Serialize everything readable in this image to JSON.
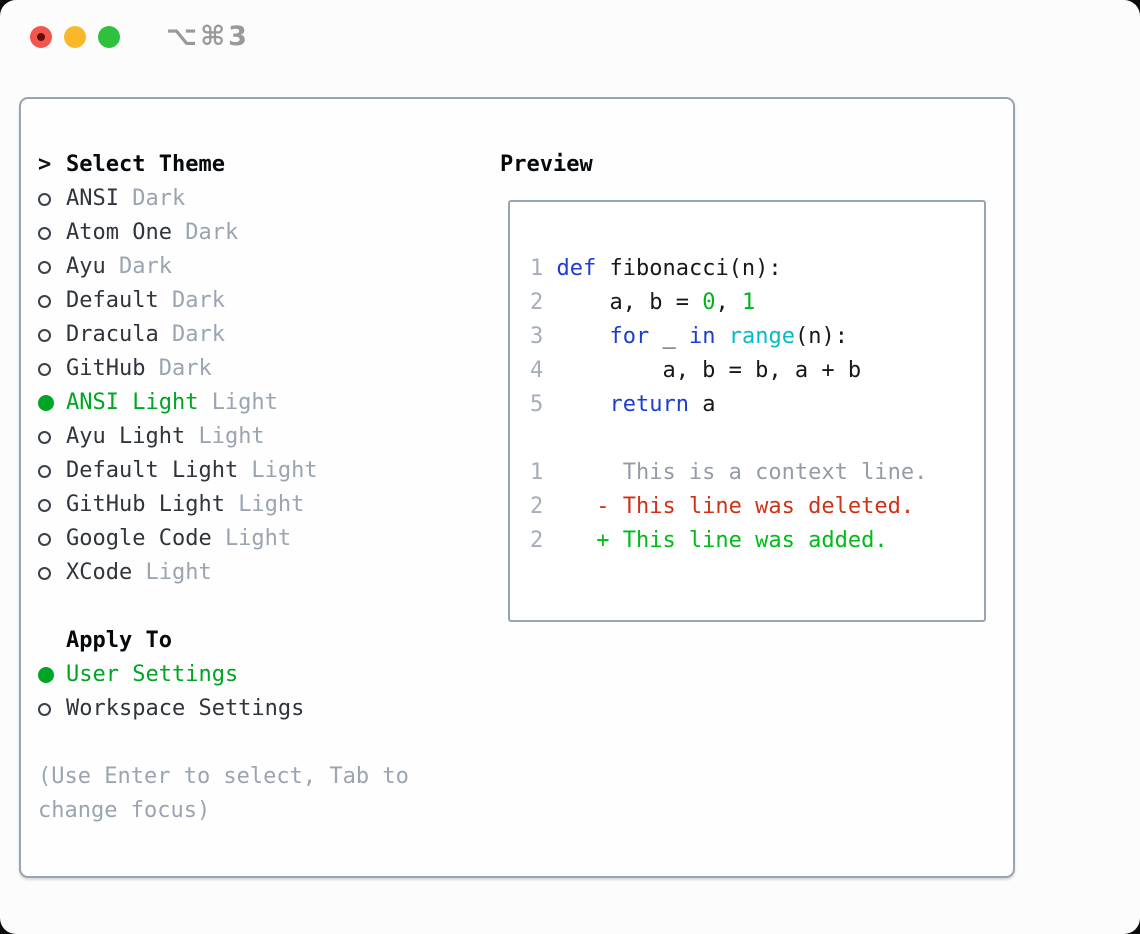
{
  "titlebar": {
    "shortcut_label": "⌥⌘3",
    "buttons": [
      "close",
      "minimize",
      "zoom"
    ]
  },
  "theme_picker": {
    "cursor": ">",
    "header": "Select Theme",
    "items": [
      {
        "name": "ANSI",
        "variant": "Dark",
        "selected": false
      },
      {
        "name": "Atom One",
        "variant": "Dark",
        "selected": false
      },
      {
        "name": "Ayu",
        "variant": "Dark",
        "selected": false
      },
      {
        "name": "Default",
        "variant": "Dark",
        "selected": false
      },
      {
        "name": "Dracula",
        "variant": "Dark",
        "selected": false
      },
      {
        "name": "GitHub",
        "variant": "Dark",
        "selected": false
      },
      {
        "name": "ANSI Light",
        "variant": "Light",
        "selected": true
      },
      {
        "name": "Ayu Light",
        "variant": "Light",
        "selected": false
      },
      {
        "name": "Default Light",
        "variant": "Light",
        "selected": false
      },
      {
        "name": "GitHub Light",
        "variant": "Light",
        "selected": false
      },
      {
        "name": "Google Code",
        "variant": "Light",
        "selected": false
      },
      {
        "name": "XCode",
        "variant": "Light",
        "selected": false
      }
    ]
  },
  "apply_to": {
    "header": "Apply To",
    "options": [
      {
        "label": "User Settings",
        "selected": true
      },
      {
        "label": "Workspace Settings",
        "selected": false
      }
    ]
  },
  "hint": "(Use Enter to select, Tab to\nchange focus)",
  "preview": {
    "header": "Preview",
    "code_lines": [
      {
        "num": "1",
        "tokens": [
          {
            "c": "kw",
            "t": "def"
          },
          {
            "c": "pl",
            "t": " fibonacci(n):"
          }
        ]
      },
      {
        "num": "2",
        "tokens": [
          {
            "c": "pl",
            "t": "    a, b = "
          },
          {
            "c": "lit",
            "t": "0"
          },
          {
            "c": "pl",
            "t": ", "
          },
          {
            "c": "lit",
            "t": "1"
          }
        ]
      },
      {
        "num": "3",
        "tokens": [
          {
            "c": "pl",
            "t": "    "
          },
          {
            "c": "kw",
            "t": "for"
          },
          {
            "c": "pl",
            "t": " _ "
          },
          {
            "c": "kw",
            "t": "in"
          },
          {
            "c": "pl",
            "t": " "
          },
          {
            "c": "fn",
            "t": "range"
          },
          {
            "c": "pl",
            "t": "(n):"
          }
        ]
      },
      {
        "num": "4",
        "tokens": [
          {
            "c": "pl",
            "t": "        a, b = b, a + b"
          }
        ]
      },
      {
        "num": "5",
        "tokens": [
          {
            "c": "pl",
            "t": "    "
          },
          {
            "c": "kw",
            "t": "return"
          },
          {
            "c": "pl",
            "t": " a"
          }
        ]
      },
      {
        "num": "",
        "tokens": []
      },
      {
        "num": "1",
        "tokens": [
          {
            "c": "ctx",
            "t": "     This is a context line."
          }
        ]
      },
      {
        "num": "2",
        "tokens": [
          {
            "c": "del",
            "t": "   - This line was deleted."
          }
        ]
      },
      {
        "num": "2",
        "tokens": [
          {
            "c": "add",
            "t": "   + This line was added."
          }
        ]
      }
    ]
  },
  "colors": {
    "selected_green": "#00a524",
    "keyword_blue": "#1a3ed2",
    "literal_green": "#00b31d",
    "function_cyan": "#00bdc9",
    "deleted_red": "#d03218",
    "added_green": "#00bb1a",
    "muted_gray": "#9ba4b1",
    "panel_border": "#9aa3b0",
    "traffic_red": "#f3564d",
    "traffic_yellow": "#f9b82b",
    "traffic_green": "#2fc13e"
  }
}
